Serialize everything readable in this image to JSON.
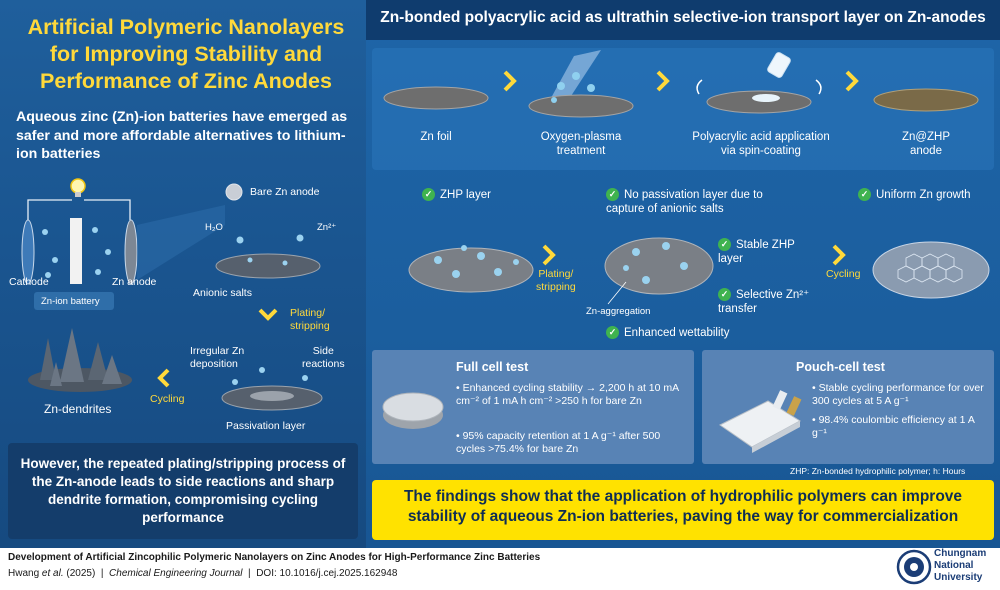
{
  "left": {
    "title": "Artificial Polymeric Nanolayers for Improving Stability and Performance of Zinc Anodes",
    "subtitle": "Aqueous zinc (Zn)-ion batteries have emerged as safer and more affordable alternatives to lithium-ion batteries",
    "bare_anode": "Bare Zn anode",
    "h2o": "H₂O",
    "zn2": "Zn²⁺",
    "cathode": "Cathode",
    "zn_anode": "Zn anode",
    "battery": "Zn-ion battery",
    "anionic": "Anionic salts",
    "plating": "Plating/\nstripping",
    "irregular": "Irregular Zn\ndeposition",
    "side": "Side\nreactions",
    "cycling": "Cycling",
    "dendrites": "Zn-dendrites",
    "passivation": "Passivation layer",
    "bottom": "However, the repeated plating/stripping process of the Zn-anode leads to side reactions and sharp dendrite formation, compromising cycling performance"
  },
  "right": {
    "title": "Zn-bonded polyacrylic acid as ultrathin selective-ion transport layer on Zn-anodes",
    "steps": [
      "Zn foil",
      "Oxygen-plasma\ntreatment",
      "Polyacrylic acid application\nvia spin-coating",
      "Zn@ZHP\nanode"
    ],
    "zhp_layer": "ZHP layer",
    "no_passivation": "No passivation layer due to\ncapture of anionic salts",
    "uniform": "Uniform Zn growth",
    "plating": "Plating/\nstripping",
    "zn_aggregation": "Zn-aggregation",
    "stable": "Stable ZHP\nlayer",
    "selective": "Selective Zn²⁺\ntransfer",
    "cycling": "Cycling",
    "wettability": "Enhanced wettability",
    "full_cell": {
      "title": "Full cell test",
      "b1": "Enhanced cycling stability → 2,200 h at 10 mA cm⁻² of 1 mA h cm⁻² >250 h for bare Zn",
      "b2": "95% capacity retention at 1 A g⁻¹ after 500 cycles >75.4% for bare Zn"
    },
    "pouch_cell": {
      "title": "Pouch-cell test",
      "b1": "Stable cycling performance for over 300 cycles at 5 A g⁻¹",
      "b2": "98.4% coulombic efficiency at 1 A g⁻¹"
    },
    "footnote": "ZHP: Zn-bonded hydrophilic polymer; h: Hours",
    "conclusion": "The findings show that the application of hydrophilic polymers can improve stability of aqueous Zn-ion batteries, paving the way for commercialization"
  },
  "footer": {
    "title": "Development of Artificial Zincophilic Polymeric Nanolayers on Zinc Anodes for High-Performance Zinc Batteries",
    "authors": "Hwang",
    "etal": "et al.",
    "year": " (2025)",
    "sep1": "|",
    "journal": "Chemical Engineering Journal",
    "sep2": "|",
    "doi": "DOI: 10.1016/j.cej.2025.162948",
    "university": "Chungnam\nNational\nUniversity"
  }
}
